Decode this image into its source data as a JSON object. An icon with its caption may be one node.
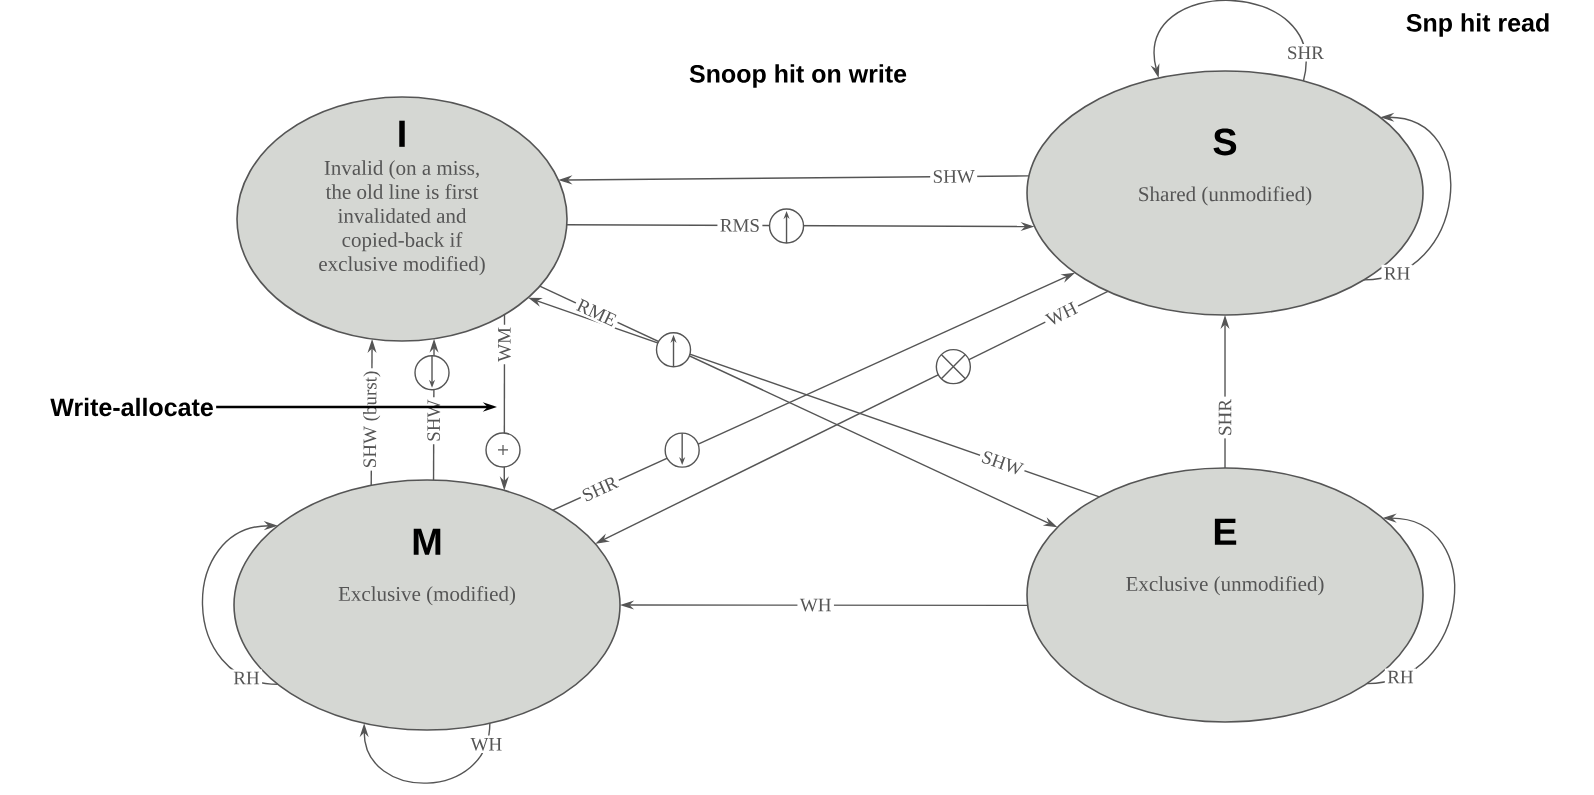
{
  "diagram": {
    "nodes": [
      {
        "text": [
          "I",
          "Invalid (on a miss, the old line is first invalidated and copied-back if exclusive modified)"
        ]
      },
      {
        "text": [
          "S",
          "Shared (unmodified)"
        ]
      },
      {
        "text": [
          "M",
          "Exclusive (modified)"
        ]
      },
      {
        "text": [
          "E",
          "Exclusive (unmodified)"
        ]
      },
      {
        "text": [
          "Write-allocate"
        ]
      }
    ],
    "edges": [
      {
        "from": 1,
        "to": 0,
        "arrow": "to",
        "label": "SHW"
      },
      {
        "from": 0,
        "to": 1,
        "arrow": "to",
        "label": "RMS"
      },
      {
        "from": 3,
        "to": 0,
        "arrow": "to",
        "label": "SHW"
      },
      {
        "from": 0,
        "to": 3,
        "arrow": "to",
        "label": "RME"
      },
      {
        "from": 2,
        "to": 1,
        "arrow": "to",
        "label": "SHR"
      },
      {
        "from": 1,
        "to": 2,
        "arrow": "to",
        "label": "WH"
      },
      {
        "from": 2,
        "to": 0,
        "arrow": "to",
        "label": "SHW (burst)"
      },
      {
        "from": 2,
        "to": 0,
        "arrow": "to",
        "label": "SHW"
      },
      {
        "from": 0,
        "to": 2,
        "arrow": "to",
        "label": "WM"
      },
      {
        "from": 3,
        "to": 2,
        "arrow": "to",
        "label": "WH"
      },
      {
        "from": 3,
        "to": 1,
        "arrow": "to",
        "label": "SHR"
      },
      {
        "from": 1,
        "to": 1,
        "arrow": "to",
        "label": "SHR"
      },
      {
        "from": 1,
        "to": 1,
        "arrow": "to",
        "label": "RH"
      },
      {
        "from": 2,
        "to": 2,
        "arrow": "to",
        "label": "RH"
      },
      {
        "from": 2,
        "to": 2,
        "arrow": "to",
        "label": "WH"
      },
      {
        "from": 3,
        "to": 3,
        "arrow": "to",
        "label": "RH"
      },
      {
        "from": 4,
        "to": null,
        "arrow": "to"
      }
    ],
    "labels": [
      "Snoop hit on write",
      "Snp hit read"
    ]
  }
}
